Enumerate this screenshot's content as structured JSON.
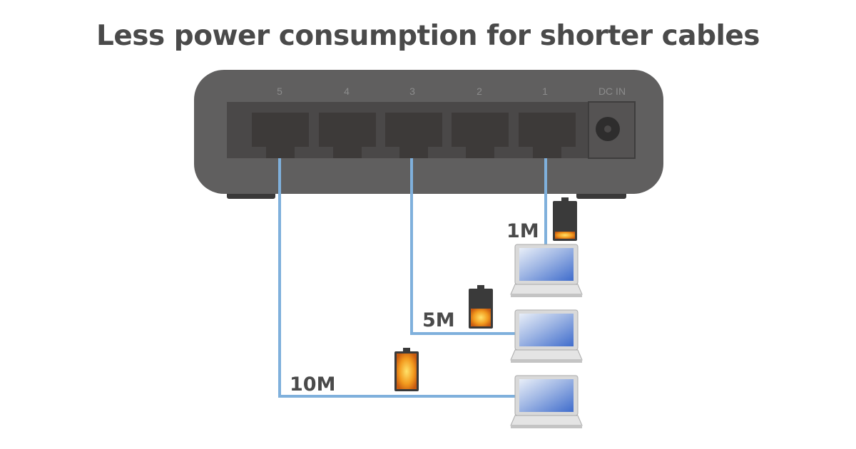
{
  "title": "Less power consumption for shorter cables",
  "switch": {
    "port_labels": [
      "5",
      "4",
      "3",
      "2",
      "1"
    ],
    "power_label": "DC IN"
  },
  "connections": [
    {
      "port": "1",
      "length_label": "1M",
      "battery_level": 0.2
    },
    {
      "port": "3",
      "length_label": "5M",
      "battery_level": 0.5
    },
    {
      "port": "5",
      "length_label": "10M",
      "battery_level": 1.0
    }
  ],
  "colors": {
    "cable": "#7fb0dc",
    "switch_body": "#5f5e5e",
    "battery_fill": "#f29a1e",
    "text": "#4a4a4a"
  }
}
